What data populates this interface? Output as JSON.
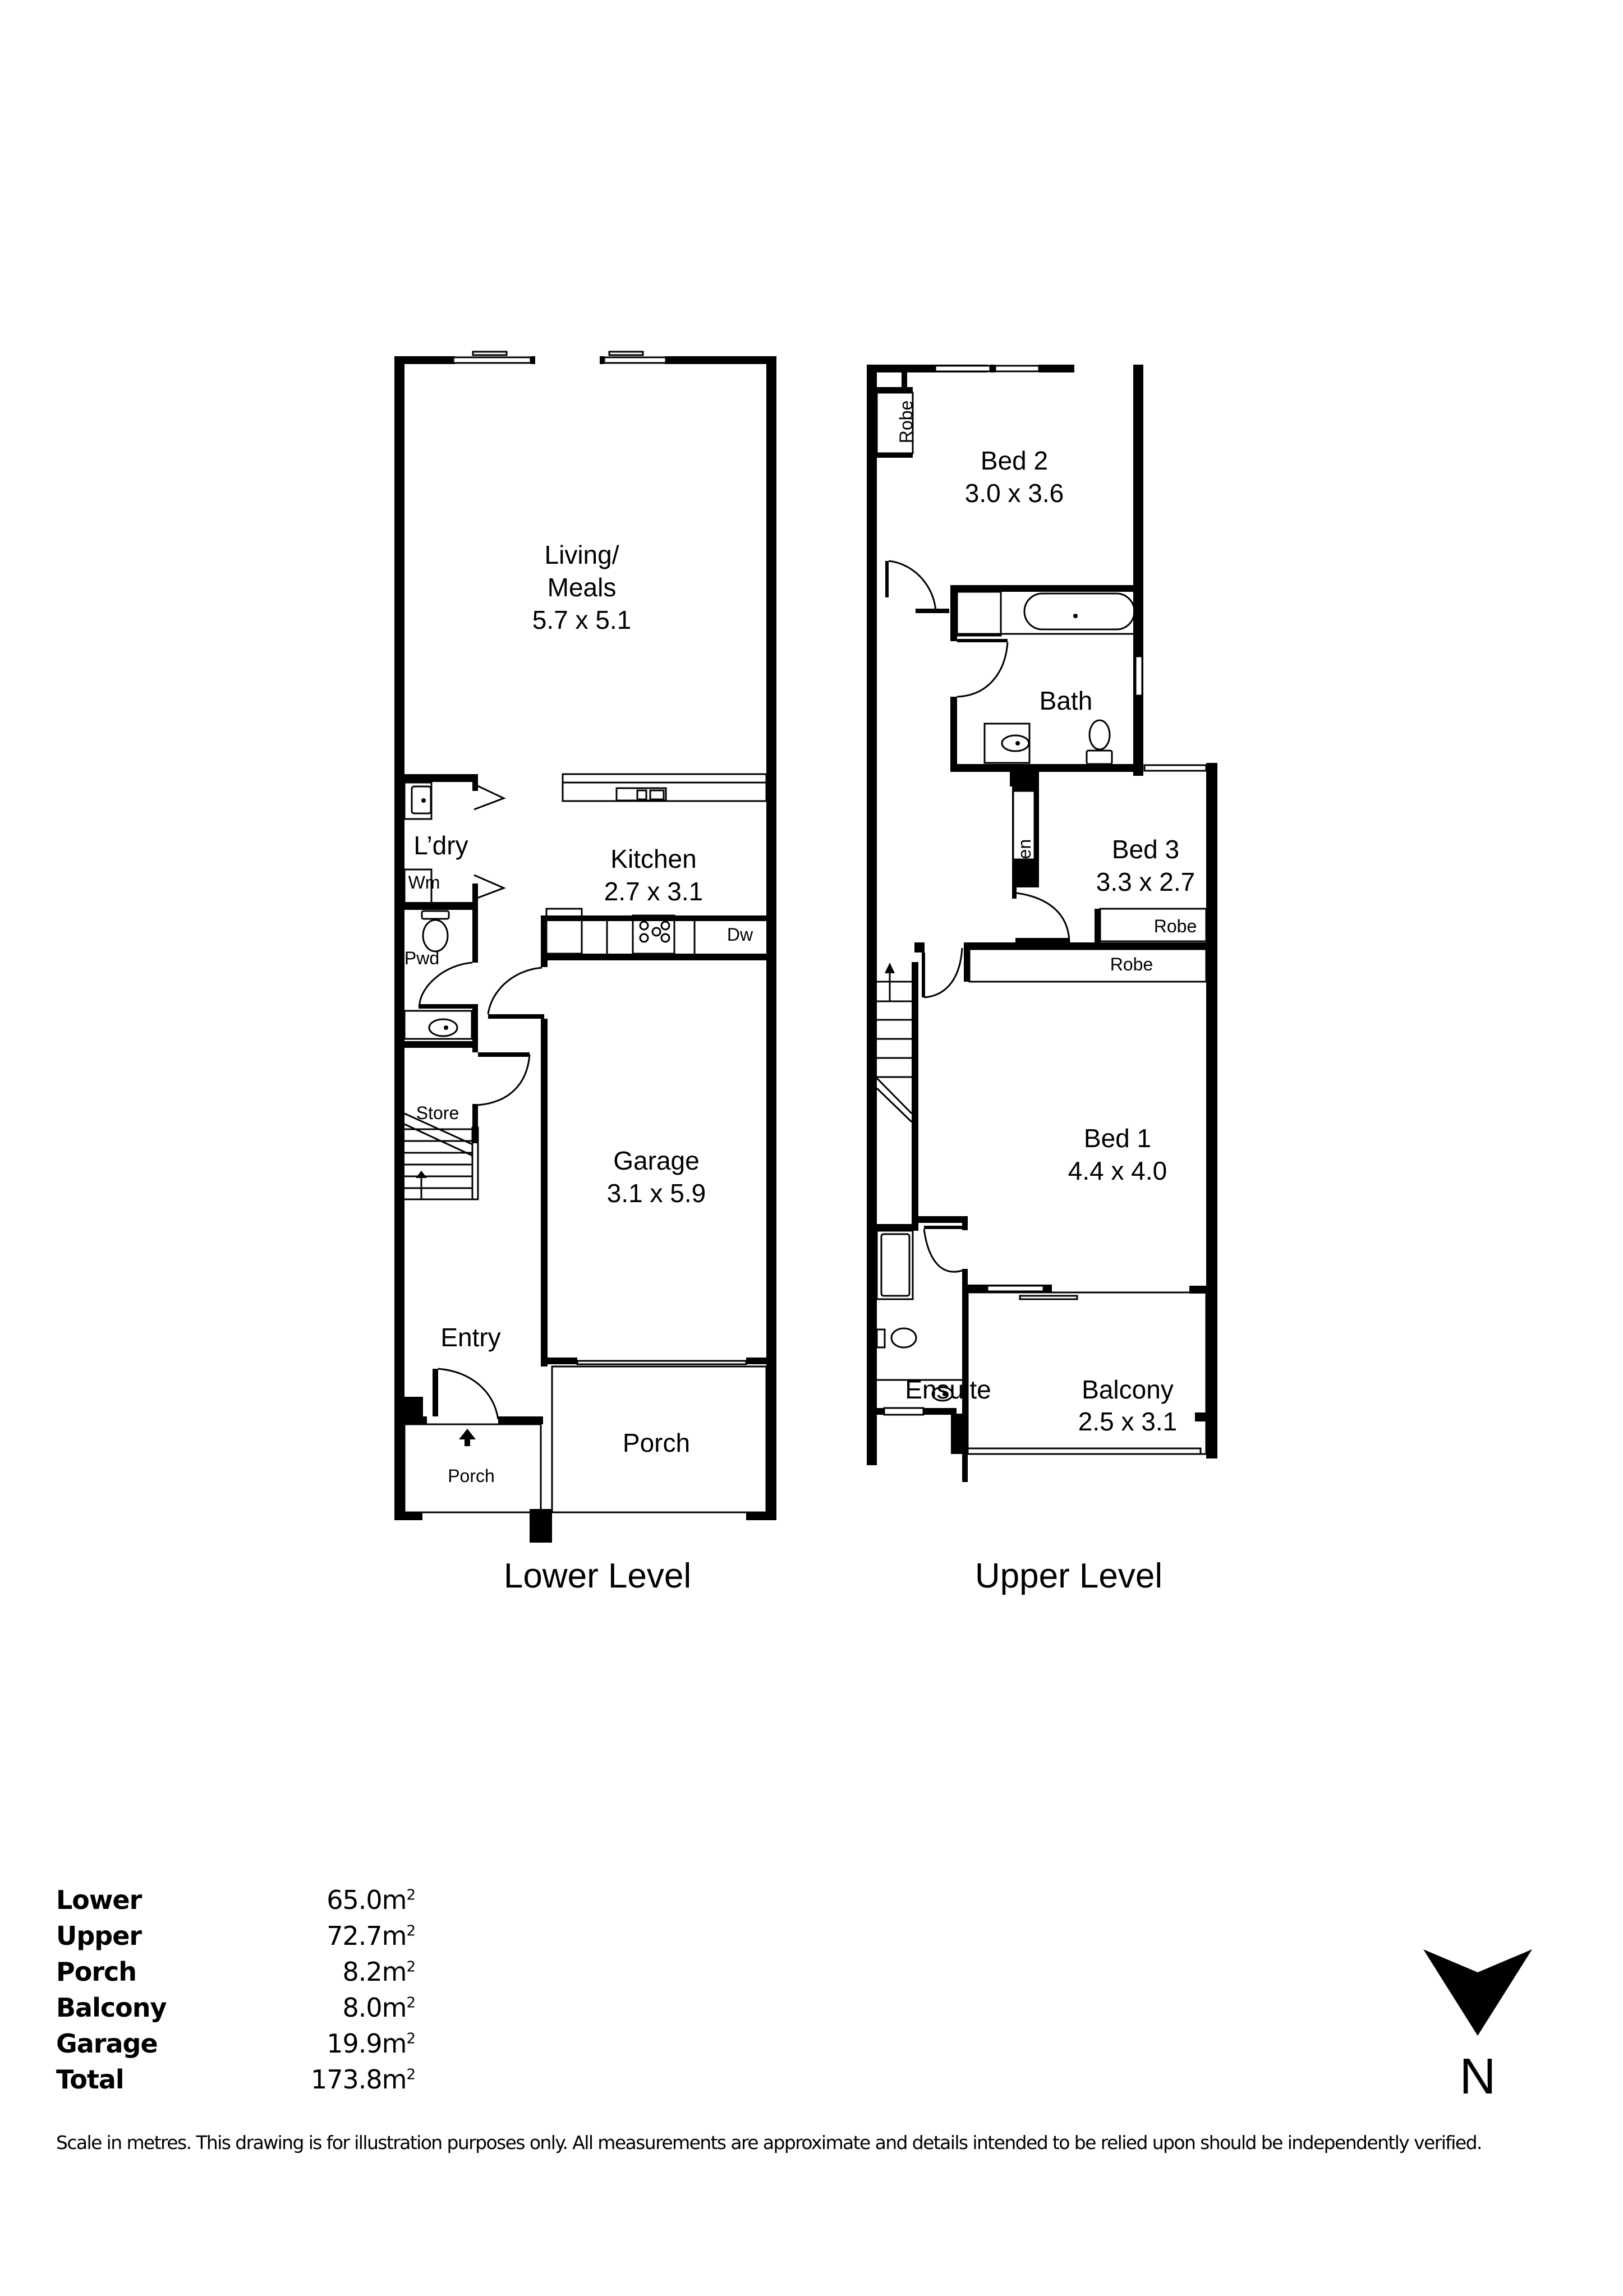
{
  "levels": {
    "lower": {
      "title": "Lower Level",
      "rooms": {
        "living": {
          "name_line1": "Living/",
          "name_line2": "Meals",
          "dims": "5.7 x 5.1"
        },
        "kitchen": {
          "name": "Kitchen",
          "dims": "2.7 x 3.1"
        },
        "laundry": {
          "name": "L’dry"
        },
        "washing_machine": {
          "name": "Wm"
        },
        "dishwasher": {
          "name": "Dw"
        },
        "powder": {
          "name": "Pwd"
        },
        "store": {
          "name": "Store"
        },
        "garage": {
          "name": "Garage",
          "dims": "3.1 x 5.9"
        },
        "entry": {
          "name": "Entry"
        },
        "entry_porch": {
          "name": "Porch"
        },
        "garage_porch": {
          "name": "Porch"
        }
      }
    },
    "upper": {
      "title": "Upper Level",
      "rooms": {
        "bed2": {
          "name": "Bed 2",
          "dims": "3.0 x 3.6"
        },
        "bed2_robe": {
          "name": "Robe"
        },
        "bath": {
          "name": "Bath"
        },
        "linen": {
          "name": "Linen"
        },
        "bed3": {
          "name": "Bed 3",
          "dims": "3.3 x 2.7"
        },
        "bed3_robe": {
          "name": "Robe"
        },
        "bed1_robe": {
          "name": "Robe"
        },
        "bed1": {
          "name": "Bed 1",
          "dims": "4.4 x 4.0"
        },
        "ensuite": {
          "name": "Ensuite"
        },
        "balcony": {
          "name": "Balcony",
          "dims": "2.5 x 3.1"
        }
      }
    }
  },
  "areas": [
    {
      "label": "Lower",
      "value": "65.0m",
      "unit_sup": "2"
    },
    {
      "label": "Upper",
      "value": "72.7m",
      "unit_sup": "2"
    },
    {
      "label": "Porch",
      "value": "8.2m",
      "unit_sup": "2"
    },
    {
      "label": "Balcony",
      "value": "8.0m",
      "unit_sup": "2"
    },
    {
      "label": "Garage",
      "value": "19.9m",
      "unit_sup": "2"
    },
    {
      "label": "Total",
      "value": "173.8m",
      "unit_sup": "2"
    }
  ],
  "compass": {
    "letter": "N"
  },
  "disclaimer": "Scale in metres. This drawing is for illustration purposes only. All measurements are approximate and details intended to be relied upon should be independently verified."
}
